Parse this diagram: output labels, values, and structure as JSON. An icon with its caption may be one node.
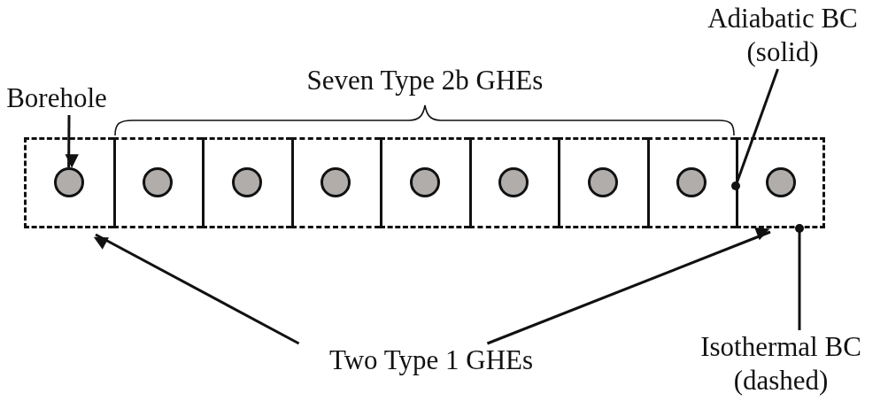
{
  "diagram": {
    "nodes": [
      {
        "text": [
          "Borehole"
        ]
      },
      {
        "text": [
          "Adiabatic BC (solid)"
        ]
      },
      {
        "text": [
          "Two Type 1 GHEs"
        ]
      },
      {
        "text": [
          "Isothermal BC (dashed)"
        ]
      },
      {
        "text": [],
        "shape": "box"
      },
      {
        "text": [],
        "shape": "box"
      },
      {
        "text": [],
        "shape": "box"
      },
      {
        "text": [],
        "shape": "box"
      },
      {
        "text": [],
        "shape": "box"
      },
      {
        "text": [],
        "shape": "box"
      },
      {
        "text": [],
        "shape": "box"
      },
      {
        "text": [],
        "shape": "box"
      },
      {
        "text": [],
        "shape": "box"
      },
      {
        "text": [],
        "shape": "circle",
        "in": 4
      },
      {
        "text": [],
        "shape": "circle",
        "in": 5
      },
      {
        "text": [],
        "shape": "circle",
        "in": 6
      },
      {
        "text": [],
        "shape": "circle",
        "in": 7
      },
      {
        "text": [],
        "shape": "circle",
        "in": 8
      },
      {
        "text": [],
        "shape": "circle",
        "in": 9
      },
      {
        "text": [],
        "shape": "circle",
        "in": 10
      },
      {
        "text": [],
        "shape": "circle",
        "in": 11
      },
      {
        "text": [],
        "shape": "circle",
        "in": 12
      }
    ],
    "edges": [
      {
        "from": 0,
        "to": 13,
        "arrow": "to"
      },
      {
        "from": 2,
        "to": 4,
        "arrow": "to"
      },
      {
        "from": 2,
        "to": 12,
        "arrow": "to"
      },
      {
        "from": 1,
        "to": 12,
        "arrow": "other"
      },
      {
        "from": 3,
        "to": 12,
        "arrow": "other"
      }
    ],
    "labels": [
      "Seven Type 2b GHEs"
    ]
  }
}
